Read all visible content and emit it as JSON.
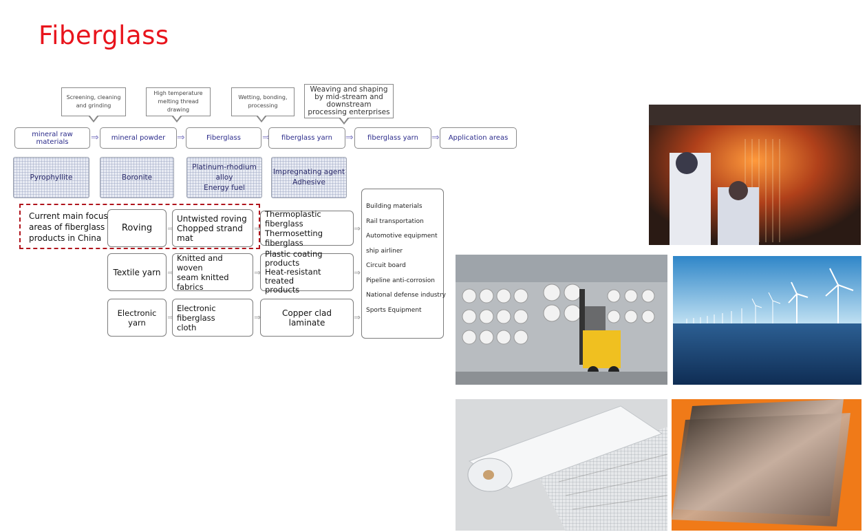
{
  "title": "Fiberglass",
  "process_notes": [
    "Screening, cleaning and grinding",
    "High temperature melting thread drawing",
    "Wetting, bonding, processing",
    "Weaving and shaping by mid-stream and downstream processing enterprises"
  ],
  "stages": [
    "mineral raw materials",
    "mineral powder",
    "Fiberglass",
    "fiberglass yarn",
    "fiberglass yarn",
    "Application areas"
  ],
  "materials": [
    {
      "line1": "Pyrophyllite",
      "line2": ""
    },
    {
      "line1": "Boronite",
      "line2": ""
    },
    {
      "line1": "Platinum-rhodium alloy",
      "line2": "Energy fuel"
    },
    {
      "line1": "Impregnating agent",
      "line2": "Adhesive"
    }
  ],
  "focus_note": "Current main focus areas of fiberglass products in China",
  "product_rows": [
    {
      "yarn": "Roving",
      "intermediate": [
        "Untwisted roving",
        "Chopped strand mat"
      ],
      "products": [
        "Thermoplastic fiberglass",
        "Thermosetting fiberglass"
      ]
    },
    {
      "yarn": "Textile yarn",
      "intermediate": [
        "Knitted and woven",
        "seam knitted fabrics"
      ],
      "products": [
        "Plastic coating products",
        "Heat-resistant treated",
        "products"
      ]
    },
    {
      "yarn": "Electronic yarn",
      "intermediate": [
        "Electronic fiberglass",
        "cloth"
      ],
      "products": [
        "Copper clad laminate"
      ]
    }
  ],
  "application_areas": [
    "Building materials",
    "Rail transportation",
    "Automotive equipment",
    "ship airliner",
    "Circuit board",
    "Pipeline anti-corrosion",
    "National defense industry",
    "Sports Equipment"
  ],
  "photos": [
    {
      "icon": "factory-workers-photo"
    },
    {
      "icon": "fiberglass-spools-forklift-photo"
    },
    {
      "icon": "offshore-wind-turbines-photo"
    },
    {
      "icon": "fiberglass-mesh-roll-photo"
    },
    {
      "icon": "copper-clad-sheets-photo"
    }
  ],
  "colors": {
    "title": "#e8141c",
    "focus_dash": "#b0141c",
    "stage_text": "#2a2a8a"
  }
}
